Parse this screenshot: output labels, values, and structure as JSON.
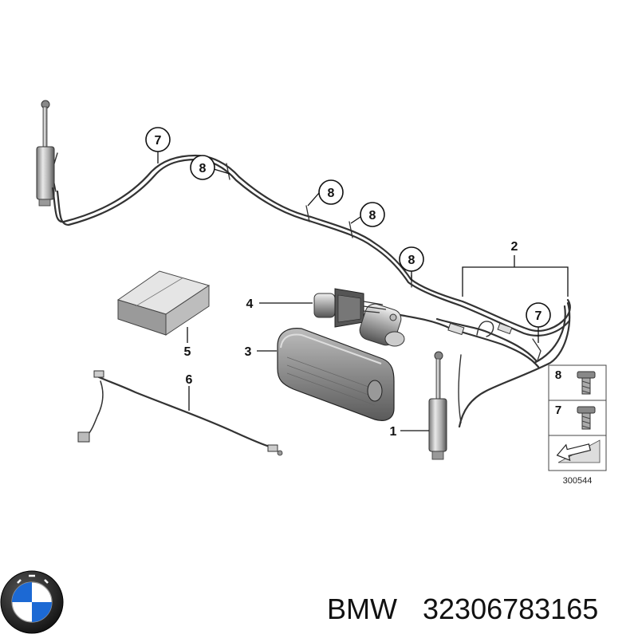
{
  "callouts": {
    "c1": "1",
    "c2": "2",
    "c3": "3",
    "c4": "4",
    "c5": "5",
    "c6": "6",
    "c7a": "7",
    "c7b": "7",
    "c8a": "8",
    "c8b": "8",
    "c8c": "8",
    "c8d": "8"
  },
  "legend": {
    "item8": "8",
    "item7": "7"
  },
  "diagram_ref": "300544",
  "caption": {
    "brand": "BMW",
    "part_number": "32306783165"
  },
  "logo": {
    "letters": "BMW",
    "colors": {
      "blue": "#1c69d4",
      "ring": "#1a1a1a",
      "white": "#ffffff"
    }
  }
}
